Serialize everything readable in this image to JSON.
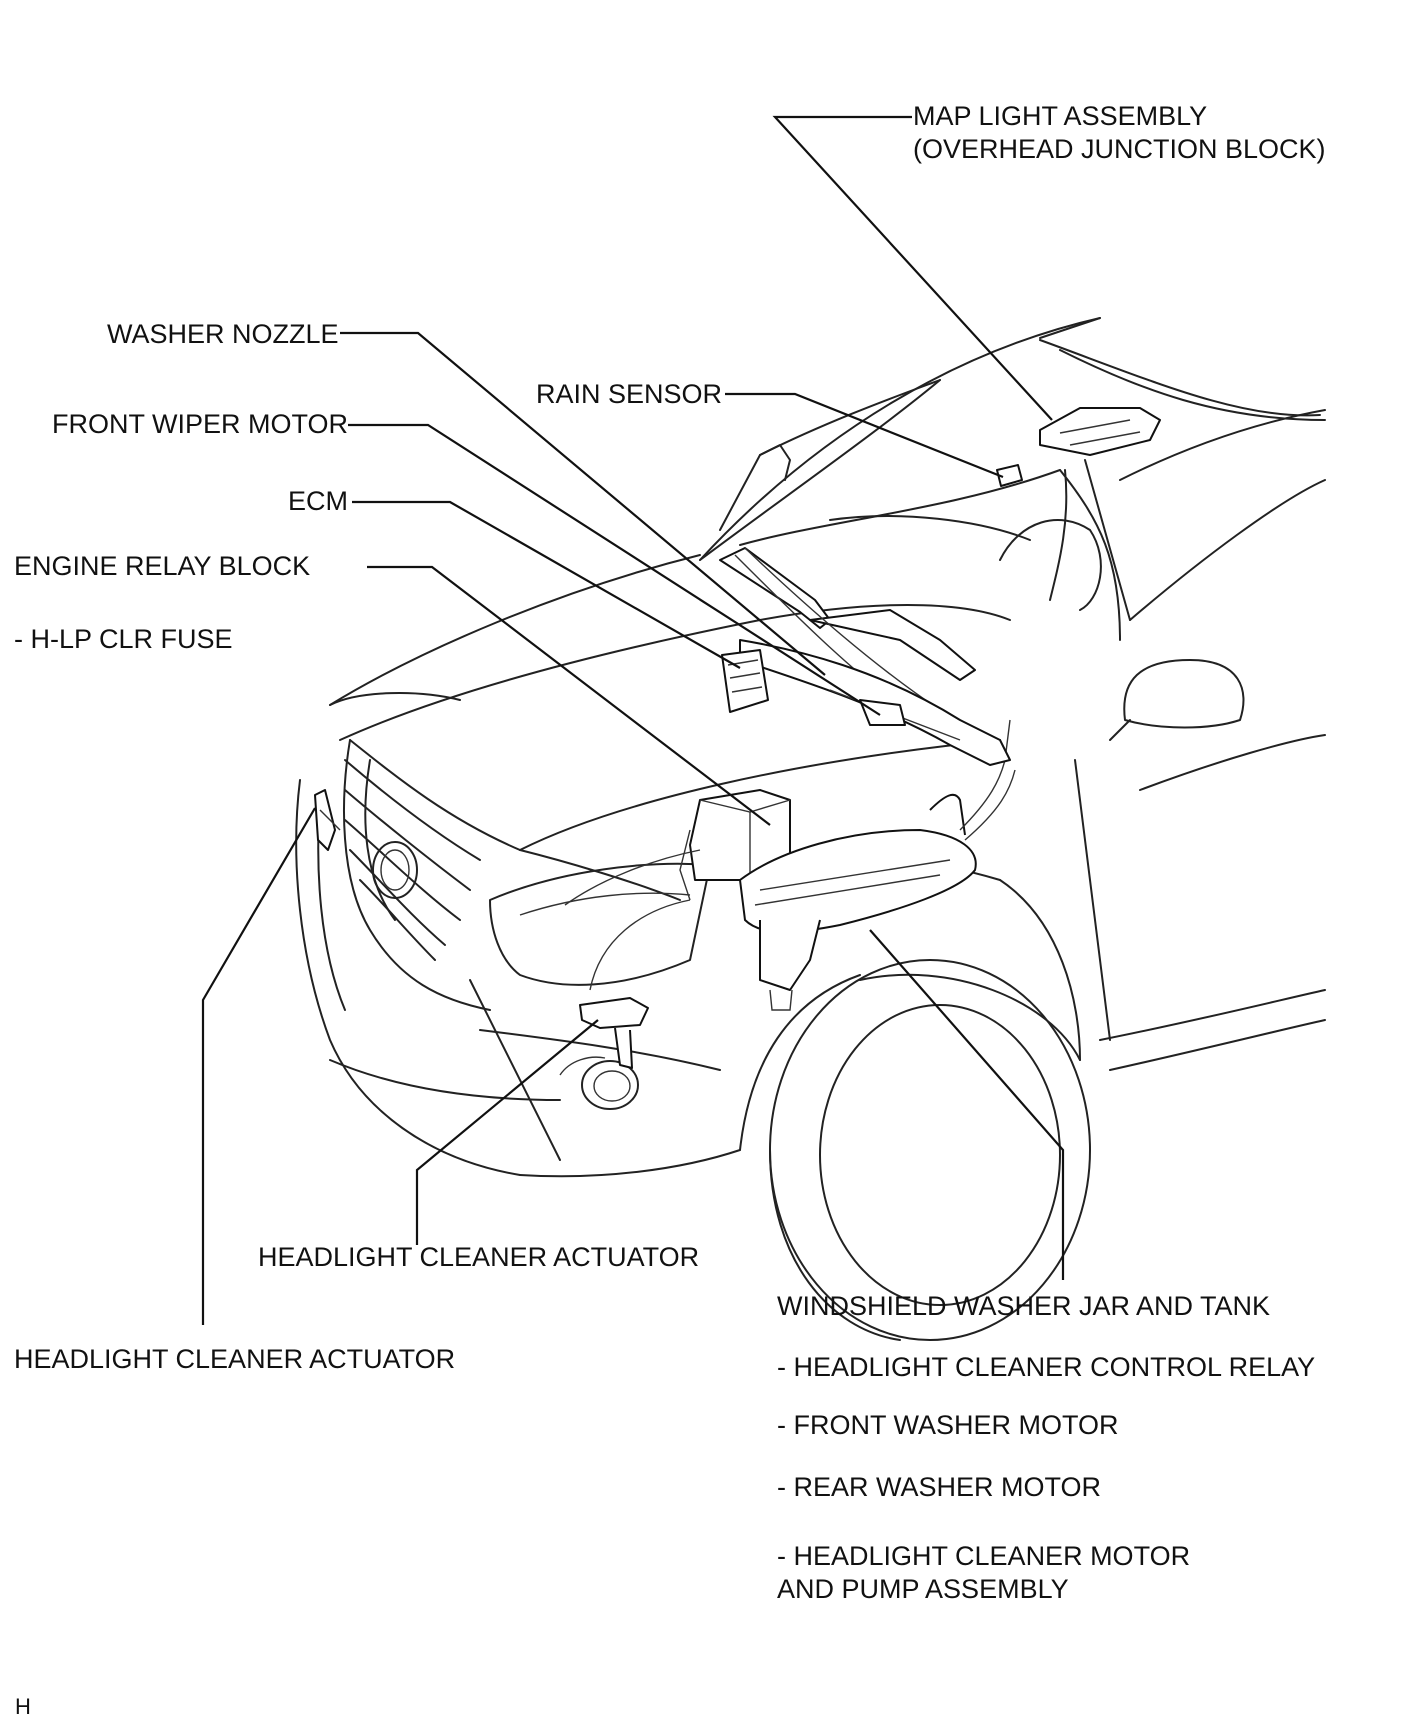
{
  "labels": {
    "map_light": "MAP LIGHT ASSEMBLY",
    "map_light_sub": "(OVERHEAD JUNCTION BLOCK)",
    "washer_nozzle": "WASHER NOZZLE",
    "rain_sensor": "RAIN SENSOR",
    "front_wiper_motor": "FRONT WIPER MOTOR",
    "ecm": "ECM",
    "engine_relay_block": "ENGINE RELAY BLOCK",
    "hlp_clr_fuse": "- H-LP CLR FUSE",
    "headlight_cleaner_actuator_right": "HEADLIGHT CLEANER ACTUATOR",
    "headlight_cleaner_actuator_left": "HEADLIGHT CLEANER ACTUATOR",
    "washer_jar": "WINDSHIELD WASHER JAR AND TANK",
    "jar_item_1": "- HEADLIGHT CLEANER CONTROL RELAY",
    "jar_item_2": "- FRONT WASHER MOTOR",
    "jar_item_3": "- REAR WASHER MOTOR",
    "jar_item_4": "- HEADLIGHT CLEANER MOTOR",
    "jar_item_4_cont": "AND PUMP ASSEMBLY",
    "corner_mark": "H"
  }
}
